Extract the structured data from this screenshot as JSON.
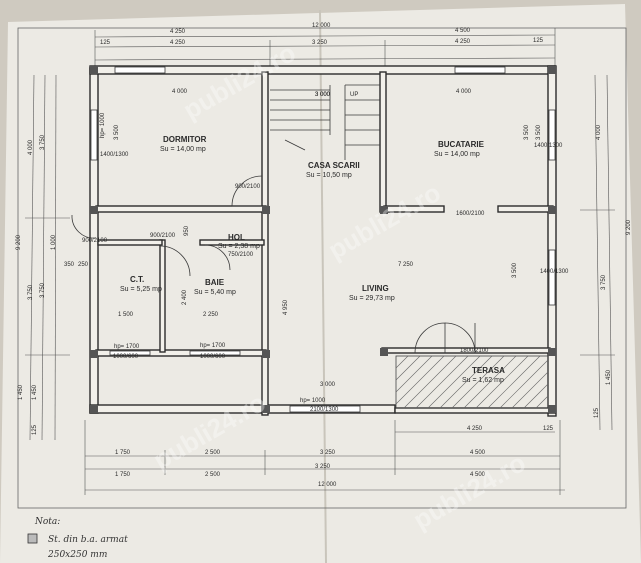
{
  "rooms": [
    {
      "name": "DORMITOR",
      "area": "Su = 14,00 mp"
    },
    {
      "name": "CASA SCARII",
      "area": "Su = 10,50 mp"
    },
    {
      "name": "BUCATARIE",
      "area": "Su = 14,00 mp"
    },
    {
      "name": "HOL",
      "area": "Su = 2,38 mp"
    },
    {
      "name": "C.T.",
      "area": "Su = 5,25 mp"
    },
    {
      "name": "BAIE",
      "area": "Su = 5,40 mp"
    },
    {
      "name": "LIVING",
      "area": "Su = 29,73 mp"
    },
    {
      "name": "TERASA",
      "area": "Su = 1,62 mp"
    }
  ],
  "top_dims": {
    "row1": [
      "4 250",
      "12 000",
      "4 500"
    ],
    "row2": [
      "125",
      "4 250",
      "3 250",
      "4 250",
      "125"
    ],
    "inner": [
      "4 000",
      "3 000",
      "4 000"
    ]
  },
  "bottom_dims": {
    "row1": [
      "4 250",
      "125"
    ],
    "row2": [
      "1 750",
      "2 500",
      "3 250",
      "4 500"
    ],
    "row3": [
      "1 750",
      "2 500",
      "3 250",
      "4 500"
    ],
    "total": "12 000"
  },
  "left_dims": [
    "4 000",
    "3 750",
    "9 200",
    "3 750",
    "1 450",
    "1 450",
    "125",
    "1 000",
    "350",
    "250",
    "3 750"
  ],
  "right_dims": [
    "4 000",
    "9 200",
    "3 750",
    "1 450",
    "125"
  ],
  "interior_dims": [
    "1 500",
    "2 250",
    "2 400",
    "3 500",
    "3 500",
    "3 500",
    "4 950",
    "950",
    "7 250",
    "3 000"
  ],
  "openings": [
    "1400/1300",
    "900/2100",
    "900/2100",
    "900/2100",
    "750/2100",
    "1400/1300",
    "1600/2100",
    "1400/1300",
    "1000/600",
    "1000/600",
    "1800/2100",
    "2100/1300",
    "hp= 1000",
    "hp= 1700",
    "hp= 1700",
    "hp= 1000"
  ],
  "stair_labels": [
    "3 000",
    "UP"
  ],
  "note": {
    "title": "Nota:",
    "line1": "St. din b.a. armat",
    "line2": "250x250 mm"
  },
  "watermark": "publi24.ro"
}
